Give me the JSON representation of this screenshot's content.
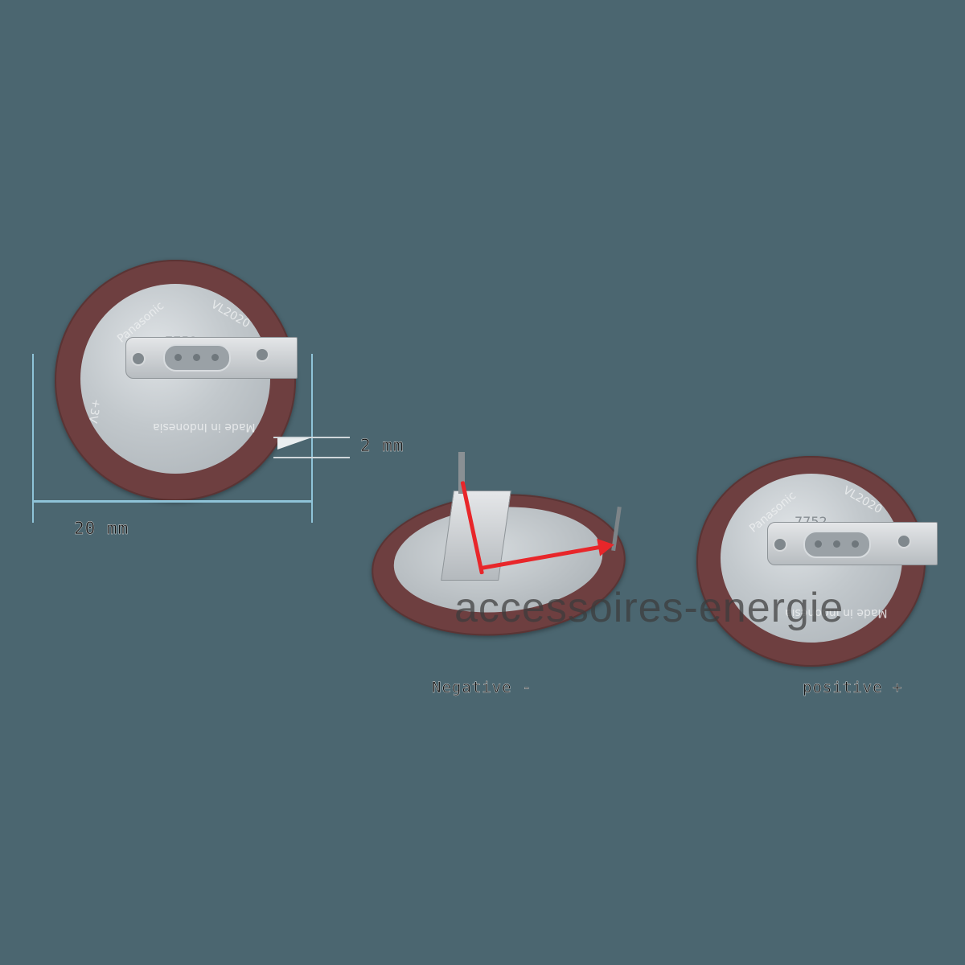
{
  "image": {
    "subject": "Panasonic VL2020 coin cell battery with solder tabs",
    "background_color": "#4b6670"
  },
  "battery_top_left": {
    "brand": "Panasonic",
    "model": "VL2020",
    "code": "7752",
    "made_in": "Made in Indonesia",
    "voltage": "+3V"
  },
  "dimensions": {
    "diameter_label": "20 mm",
    "tab_height_label": "2 mm",
    "line_color": "#8fc3d8"
  },
  "battery_middle": {
    "label": "Negative -",
    "arrow_color": "#e8262a"
  },
  "battery_right": {
    "brand": "Panasonic",
    "model": "VL2020",
    "code": "7752",
    "made_in": "Made in Indonesia",
    "label": "positive +"
  },
  "watermark": {
    "text": "accessoires-energie"
  }
}
